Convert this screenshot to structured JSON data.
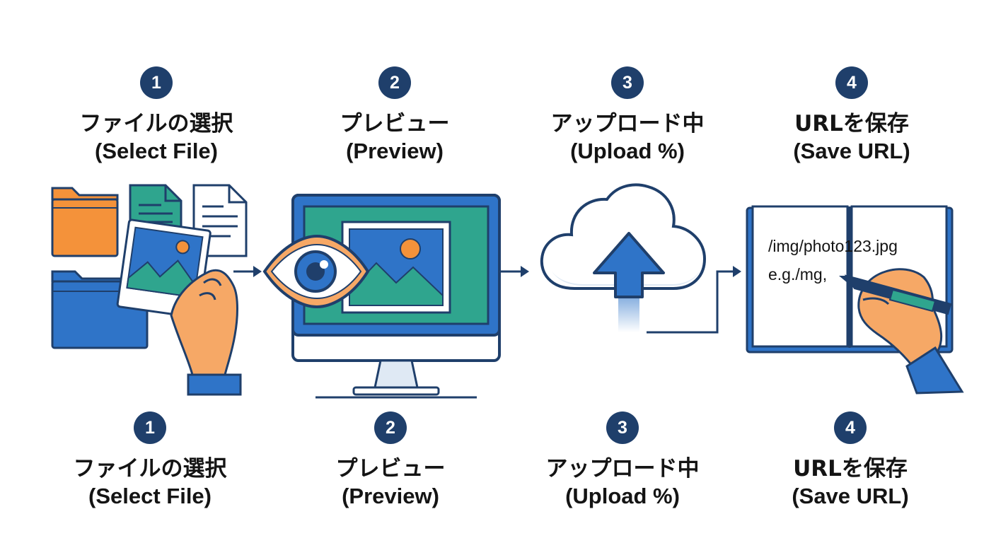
{
  "colors": {
    "navy": "#1f3f6b",
    "blue": "#2f74c8",
    "teal": "#2fa58e",
    "orange": "#f4923a",
    "skin": "#f6a866",
    "cloud": "#dfe9f4"
  },
  "steps_top": [
    {
      "number": "1",
      "title_jp": "ファイルの選択",
      "title_en": "(Select File)"
    },
    {
      "number": "2",
      "title_jp": "プレビュー",
      "title_en": "(Preview)"
    },
    {
      "number": "3",
      "title_jp": "アップロード中",
      "title_en": "(Upload %)"
    },
    {
      "number": "4",
      "title_jp": "URLを保存",
      "title_en": "(Save URL)"
    }
  ],
  "steps_bottom": [
    {
      "number": "1",
      "title_jp": "ファイルの選択",
      "title_en": "(Select File)"
    },
    {
      "number": "2",
      "title_jp": "プレビュー",
      "title_en": "(Preview)"
    },
    {
      "number": "3",
      "title_jp": "アップロード中",
      "title_en": "(Upload %)"
    },
    {
      "number": "4",
      "title_jp": "URLを保存",
      "title_en": "(Save URL)"
    }
  ],
  "notebook": {
    "line1": "/img/photo123.jpg",
    "line2": "e.g./mg,"
  },
  "icons": [
    "folder-icon",
    "document-icon",
    "photo-icon",
    "hand-icon",
    "eye-icon",
    "monitor-icon",
    "cloud-upload-icon",
    "notebook-icon",
    "pen-icon",
    "arrow-right-icon"
  ]
}
